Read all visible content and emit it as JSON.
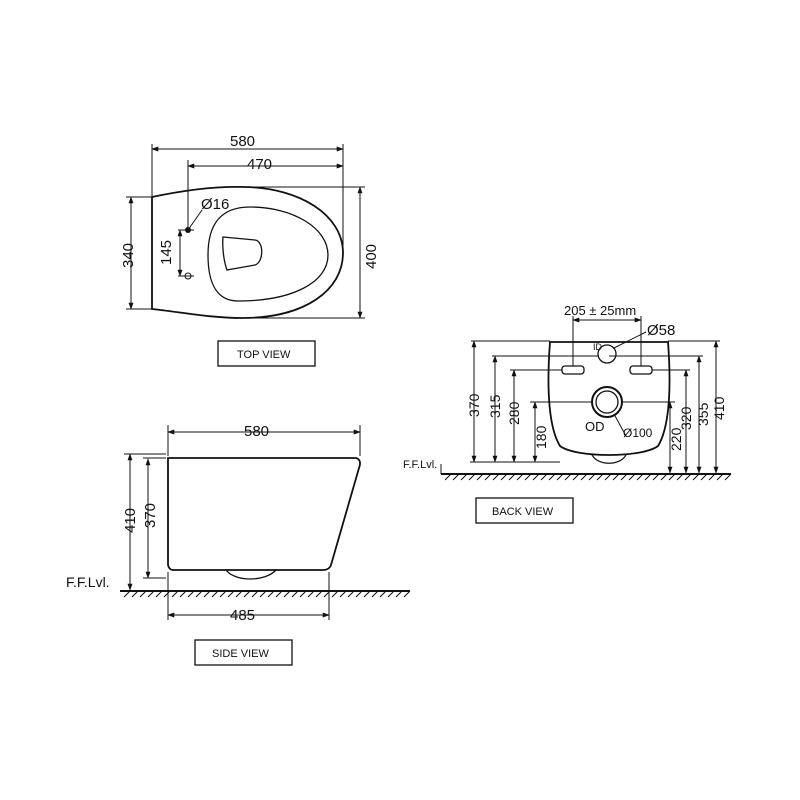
{
  "top_view": {
    "label": "TOP VIEW",
    "dim_580": "580",
    "dim_470": "470",
    "dim_340": "340",
    "dim_400": "400",
    "dim_145": "145",
    "dim_d16": "Ø16"
  },
  "side_view": {
    "label": "SIDE VIEW",
    "dim_580": "580",
    "dim_485": "485",
    "dim_410": "410",
    "dim_370": "370",
    "ffl": "F.F.Lvl."
  },
  "back_view": {
    "label": "BACK VIEW",
    "dim_205": "205 ± 25mm",
    "dim_d58": "Ø58",
    "dim_d100": "Ø100",
    "id_label": "ID",
    "od_label": "OD",
    "dim_370": "370",
    "dim_315": "315",
    "dim_280": "280",
    "dim_180": "180",
    "dim_220": "220",
    "dim_320": "320",
    "dim_355": "355",
    "dim_410": "410",
    "ffl": "F.F.Lvl."
  }
}
